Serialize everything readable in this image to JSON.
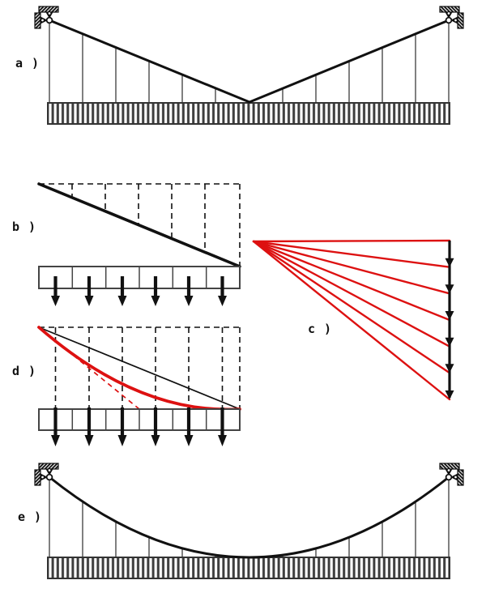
{
  "labels": {
    "a": "a )",
    "b": "b )",
    "c": "c )",
    "d": "d )",
    "e": "e )"
  },
  "colors": {
    "ink": "#111111",
    "accent_red": "#dd1111",
    "hanger_gray": "#3c3c3c",
    "deck_hatch_gray": "#3d3d3d",
    "band_border_gray": "#444444",
    "background": "#ffffff"
  },
  "icons": {
    "support": "pin-support-icon",
    "load_arrow": "down-arrow-icon"
  }
}
